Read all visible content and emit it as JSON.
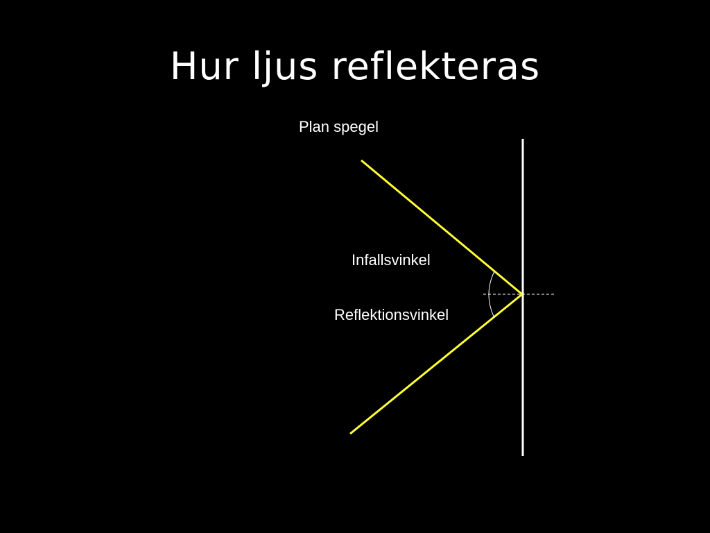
{
  "slide": {
    "title": "Hur ljus reflekteras"
  },
  "diagram": {
    "mirror_label": "Plan spegel",
    "incidence_angle_label": "Infallsvinkel",
    "reflection_angle_label": "Reflektionsvinkel",
    "colors": {
      "background": "#000000",
      "text": "#ffffff",
      "mirror": "#ffffff",
      "rays": "#ffff33",
      "normal_line": "#ffffff"
    }
  }
}
